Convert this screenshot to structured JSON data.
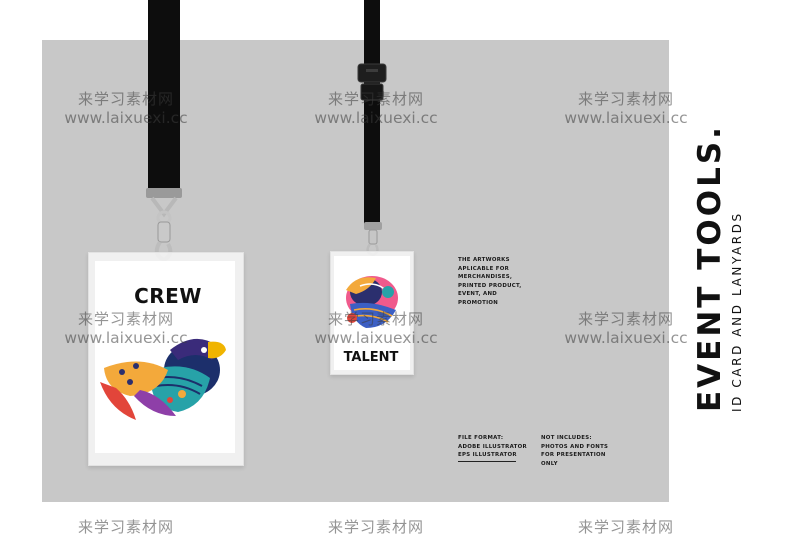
{
  "badges": {
    "crew_label": "CREW",
    "talent_label": "TALENT"
  },
  "title": {
    "main": "EVENT TOOLS.",
    "sub": "ID CARD AND LANYARDS"
  },
  "info": {
    "artworks": "THE ARTWORKS\nAPLICABLE FOR\nMERCHANDISES,\nPRINTED PRODUCT,\nEVENT, AND\nPROMOTION",
    "file_format": "FILE FORMAT:\nADOBE ILLUSTRATOR\nEPS ILLUSTRATOR",
    "not_includes": "NOT INCLUDES:\nPHOTOS AND FONTS\nFOR PRESENTATION\nONLY"
  },
  "watermark": {
    "cn": "来学习素材网",
    "url": "www.laixuexi.cc"
  },
  "colors": {
    "background": "#ffffff",
    "panel": "#c8c8c8",
    "strap": "#0d0d0d",
    "text": "#111111"
  }
}
